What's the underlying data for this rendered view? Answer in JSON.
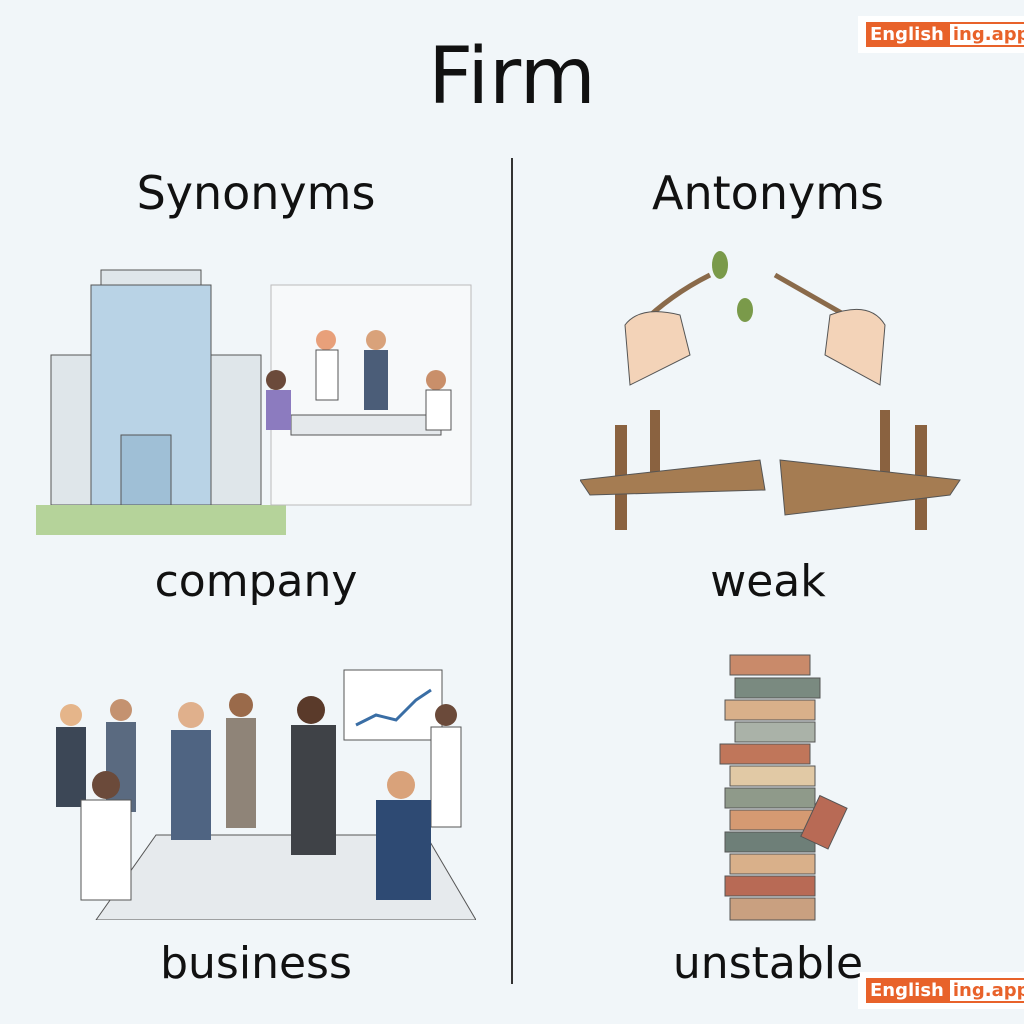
{
  "title": "Firm",
  "synonyms": {
    "heading": "Synonyms",
    "words": [
      "company",
      "business"
    ]
  },
  "antonyms": {
    "heading": "Antonyms",
    "words": [
      "weak",
      "unstable"
    ]
  },
  "logo": {
    "part1": "English",
    "part2": "ing.app"
  },
  "colors": {
    "accent": "#e8622a",
    "background": "#f1f6f9"
  }
}
